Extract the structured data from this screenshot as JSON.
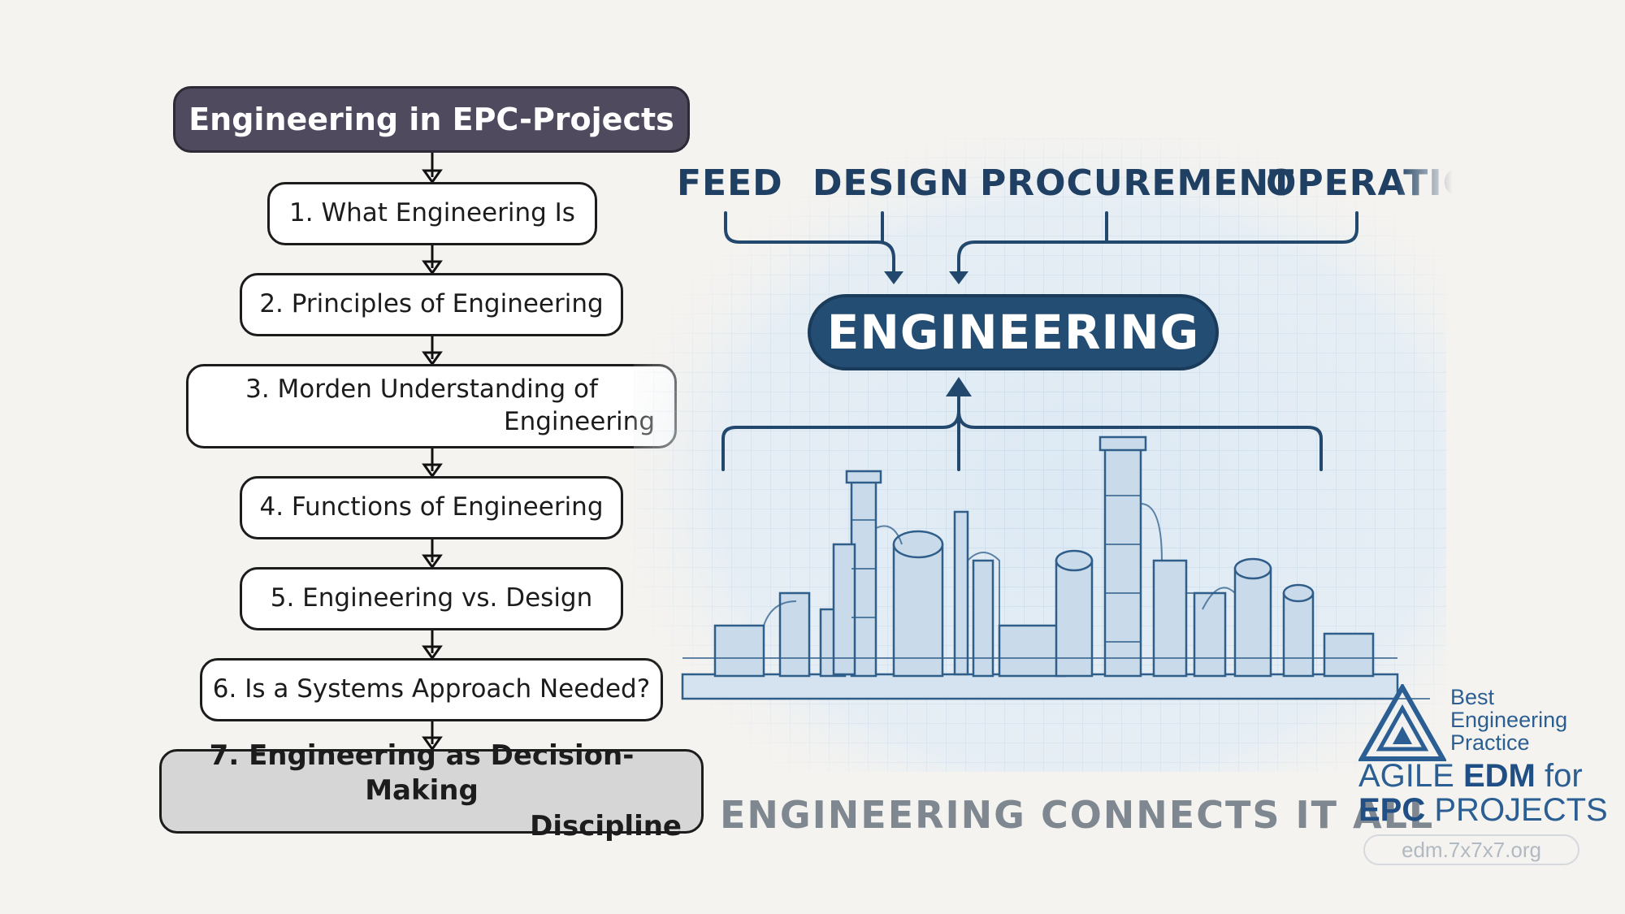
{
  "title": "Engineering in EPC-Projects",
  "steps": [
    {
      "line1": "1. What Engineering Is",
      "line2": ""
    },
    {
      "line1": "2. Principles of Engineering",
      "line2": ""
    },
    {
      "line1": "3. Morden Understanding of",
      "line2": "Engineering"
    },
    {
      "line1": "4. Functions of Engineering",
      "line2": ""
    },
    {
      "line1": "5. Engineering vs. Design",
      "line2": ""
    },
    {
      "line1": "6. Is a Systems Approach Needed?",
      "line2": ""
    },
    {
      "line1": "7. Engineering as Decision-Making",
      "line2": "Discipline"
    }
  ],
  "active_step": 7,
  "illustration": {
    "inputs": [
      "FEED",
      "DESIGN",
      "PROCUREMENT",
      "OPERATIC"
    ],
    "center": "ENGINEERING",
    "caption": "ENGINEERING CONNECTS IT ALL"
  },
  "brand": {
    "line1": "Best",
    "line2": "Engineering",
    "line3": "Practice",
    "agile": "AGILE",
    "edm": "EDM",
    "for": "for",
    "epc": "EPC",
    "projects": "PROJECTS",
    "url": "edm.7x7x7.org"
  },
  "colors": {
    "title_bg": "#4f4a5e",
    "active_bg": "#d6d6d6",
    "blueprint": "#2f5e8a",
    "pill": "#244d74",
    "brand": "#2b5f93"
  }
}
